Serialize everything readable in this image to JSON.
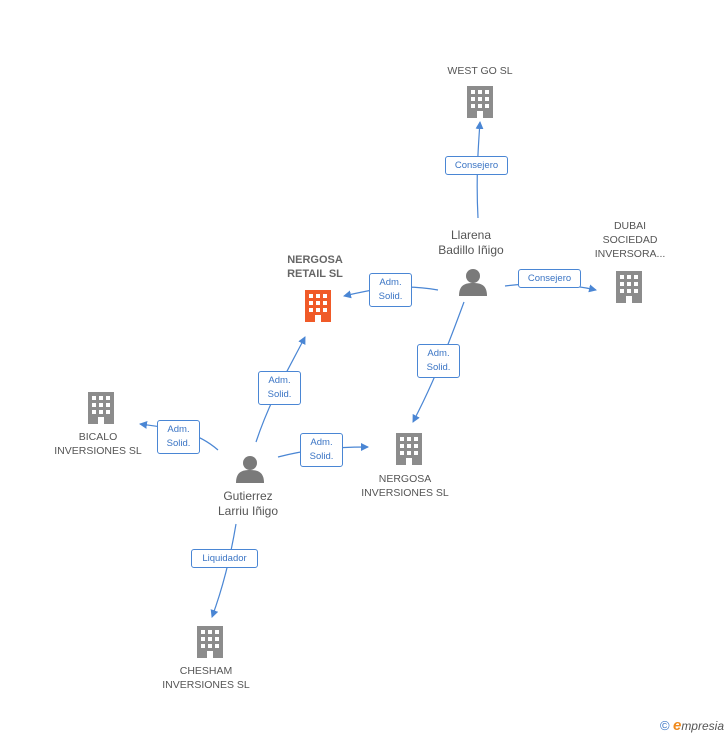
{
  "colors": {
    "building": "#8c8c8c",
    "building_highlight": "#f05a28",
    "person": "#7a7a7a",
    "edge": "#4a86d4"
  },
  "nodes": {
    "west_go": {
      "lines": [
        "WEST GO SL"
      ],
      "icon": "building-icon"
    },
    "dubai": {
      "lines": [
        "DUBAI",
        "SOCIEDAD",
        "INVERSORA..."
      ],
      "icon": "building-icon"
    },
    "nergosa_retail": {
      "lines": [
        "NERGOSA",
        "RETAIL SL"
      ],
      "icon": "building-icon"
    },
    "llarena": {
      "lines": [
        "Llarena",
        "Badillo Iñigo"
      ],
      "icon": "person-icon"
    },
    "bicalo": {
      "lines": [
        "BICALO",
        "INVERSIONES SL"
      ],
      "icon": "building-icon"
    },
    "nergosa_inv": {
      "lines": [
        "NERGOSA",
        "INVERSIONES SL"
      ],
      "icon": "building-icon"
    },
    "gutierrez": {
      "lines": [
        "Gutierrez",
        "Larriu Iñigo"
      ],
      "icon": "person-icon"
    },
    "chesham": {
      "lines": [
        "CHESHAM",
        "INVERSIONES SL"
      ],
      "icon": "building-icon"
    }
  },
  "edges": {
    "llarena_westgo": {
      "lines": [
        "Consejero"
      ]
    },
    "llarena_dubai": {
      "lines": [
        "Consejero"
      ]
    },
    "llarena_retail": {
      "lines": [
        "Adm.",
        "Solid."
      ]
    },
    "llarena_nergosa_inv": {
      "lines": [
        "Adm.",
        "Solid."
      ]
    },
    "gutierrez_retail": {
      "lines": [
        "Adm.",
        "Solid."
      ]
    },
    "gutierrez_bicalo": {
      "lines": [
        "Adm.",
        "Solid."
      ]
    },
    "gutierrez_nergosa_inv": {
      "lines": [
        "Adm.",
        "Solid."
      ]
    },
    "gutierrez_chesham": {
      "lines": [
        "Liquidador"
      ]
    }
  },
  "footer": {
    "copyright": "©",
    "brand_initial": "e",
    "brand_rest": "mpresia"
  }
}
